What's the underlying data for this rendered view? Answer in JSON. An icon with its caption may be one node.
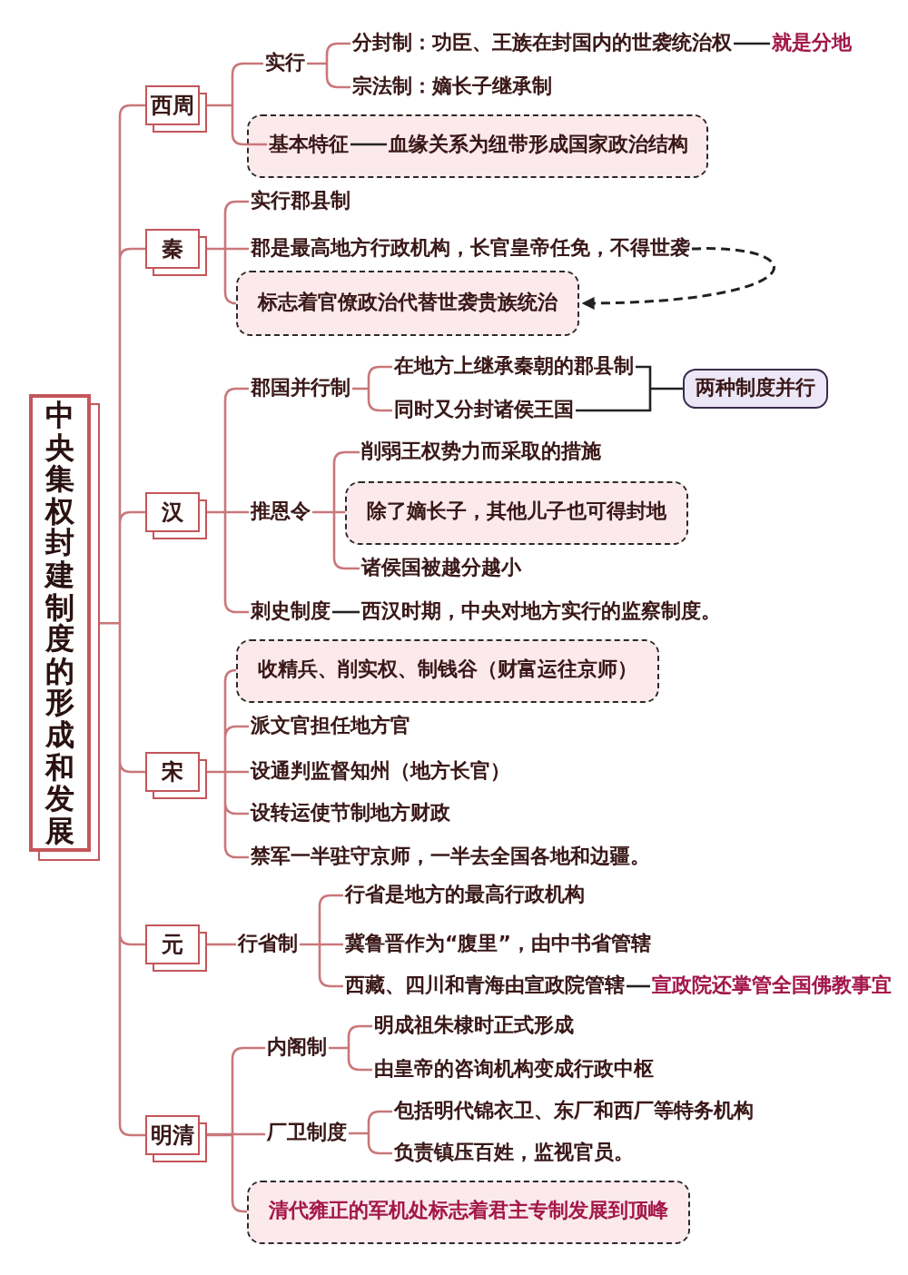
{
  "diagram": {
    "nodes": [
      {
        "text": [
          "中央集权封建制度的形成和发展"
        ]
      },
      {
        "text": [
          "西周"
        ]
      },
      {
        "text": [
          "实行"
        ]
      },
      {
        "text": [
          "分封制：功臣、王族在封国内的世袭统治权"
        ]
      },
      {
        "text": [
          "就是分地"
        ]
      },
      {
        "text": [
          "宗法制：嫡长子继承制"
        ]
      },
      {
        "text": [],
        "shape": "box"
      },
      {
        "text": [
          "基本特征"
        ],
        "in": 6
      },
      {
        "text": [
          "血缘关系为纽带形成国家政治结构"
        ],
        "in": 6
      },
      {
        "text": [
          "秦"
        ]
      },
      {
        "text": [
          "实行郡县制"
        ]
      },
      {
        "text": [
          "郡是最高地方行政机构，长官皇帝任免，不得世袭"
        ]
      },
      {
        "text": [
          "标志着官僚政治代替世袭贵族统治"
        ]
      },
      {
        "text": [
          "汉"
        ]
      },
      {
        "text": [
          "郡国并行制"
        ]
      },
      {
        "text": [
          "在地方上继承秦朝的郡县制"
        ]
      },
      {
        "text": [
          "同时又分封诸侯王国"
        ]
      },
      {
        "text": [
          "两种制度并行"
        ]
      },
      {
        "text": [
          "推恩令"
        ]
      },
      {
        "text": [
          "削弱王权势力而采取的措施"
        ]
      },
      {
        "text": [
          "除了嫡长子，其他儿子也可得封地"
        ]
      },
      {
        "text": [
          "诸侯国被越分越小"
        ]
      },
      {
        "text": [
          "刺史制度"
        ]
      },
      {
        "text": [
          "西汉时期，中央对地方实行的监察制度。"
        ]
      },
      {
        "text": [
          "宋"
        ]
      },
      {
        "text": [
          "收精兵、削实权、制钱谷（财富运往京师）"
        ]
      },
      {
        "text": [
          "派文官担任地方官"
        ]
      },
      {
        "text": [
          "设通判监督知州（地方长官）"
        ]
      },
      {
        "text": [
          "设转运使节制地方财政"
        ]
      },
      {
        "text": [
          "禁军一半驻守京师，一半去全国各地和边疆。"
        ]
      },
      {
        "text": [
          "元"
        ]
      },
      {
        "text": [
          "行省制"
        ]
      },
      {
        "text": [
          "行省是地方的最高行政机构"
        ]
      },
      {
        "text": [
          "冀鲁晋作为“腹里”，由中书省管辖"
        ]
      },
      {
        "text": [
          "西藏、四川和青海由宣政院管辖"
        ]
      },
      {
        "text": [
          "宣政院还掌管全国佛教事宜"
        ]
      },
      {
        "text": [
          "明清"
        ]
      },
      {
        "text": [
          "内阁制"
        ]
      },
      {
        "text": [
          "明成祖朱棣时正式形成"
        ]
      },
      {
        "text": [
          "由皇帝的咨询机构变成行政中枢"
        ]
      },
      {
        "text": [
          "厂卫制度"
        ]
      },
      {
        "text": [
          "包括明代锦衣卫、东厂和西厂等特务机构"
        ]
      },
      {
        "text": [
          "负责镇压百姓，监视官员。"
        ]
      },
      {
        "text": [
          "清代雍正的军机处标志着君主专制发展到顶峰"
        ]
      }
    ],
    "edges": [
      {
        "from": 0,
        "to": 1,
        "arrow": "none"
      },
      {
        "from": 0,
        "to": 9,
        "arrow": "none"
      },
      {
        "from": 0,
        "to": 13,
        "arrow": "none"
      },
      {
        "from": 0,
        "to": 24,
        "arrow": "none"
      },
      {
        "from": 0,
        "to": 30,
        "arrow": "none"
      },
      {
        "from": 0,
        "to": 36,
        "arrow": "none"
      },
      {
        "from": 1,
        "to": 2,
        "arrow": "none"
      },
      {
        "from": 2,
        "to": 3,
        "arrow": "none"
      },
      {
        "from": 2,
        "to": 5,
        "arrow": "none"
      },
      {
        "from": 3,
        "to": 4,
        "arrow": "none",
        "color": "#222222"
      },
      {
        "from": 1,
        "to": 7,
        "arrow": "none"
      },
      {
        "from": 7,
        "to": 8,
        "arrow": "none",
        "color": "#222222"
      },
      {
        "from": 9,
        "to": 10,
        "arrow": "none"
      },
      {
        "from": 9,
        "to": 11,
        "arrow": "none"
      },
      {
        "from": 9,
        "to": 12,
        "arrow": "none"
      },
      {
        "from": 11,
        "to": 12,
        "arrow": "to",
        "style": "dashed",
        "color": "#222222"
      },
      {
        "from": 13,
        "to": 14,
        "arrow": "none"
      },
      {
        "from": 14,
        "to": 15,
        "arrow": "none"
      },
      {
        "from": 14,
        "to": 16,
        "arrow": "none"
      },
      {
        "from": 15,
        "to": 17,
        "arrow": "none",
        "color": "#222222"
      },
      {
        "from": 16,
        "to": 17,
        "arrow": "none",
        "color": "#222222"
      },
      {
        "from": 13,
        "to": 18,
        "arrow": "none"
      },
      {
        "from": 18,
        "to": 19,
        "arrow": "none"
      },
      {
        "from": 18,
        "to": 20,
        "arrow": "none"
      },
      {
        "from": 18,
        "to": 21,
        "arrow": "none"
      },
      {
        "from": 13,
        "to": 22,
        "arrow": "none"
      },
      {
        "from": 22,
        "to": 23,
        "arrow": "none",
        "color": "#222222"
      },
      {
        "from": 24,
        "to": 25,
        "arrow": "none"
      },
      {
        "from": 24,
        "to": 26,
        "arrow": "none"
      },
      {
        "from": 24,
        "to": 27,
        "arrow": "none"
      },
      {
        "from": 24,
        "to": 28,
        "arrow": "none"
      },
      {
        "from": 24,
        "to": 29,
        "arrow": "none"
      },
      {
        "from": 30,
        "to": 31,
        "arrow": "none"
      },
      {
        "from": 31,
        "to": 32,
        "arrow": "none"
      },
      {
        "from": 31,
        "to": 33,
        "arrow": "none"
      },
      {
        "from": 31,
        "to": 34,
        "arrow": "none"
      },
      {
        "from": 34,
        "to": 35,
        "arrow": "none",
        "color": "#222222"
      },
      {
        "from": 36,
        "to": 37,
        "arrow": "none"
      },
      {
        "from": 37,
        "to": 38,
        "arrow": "none"
      },
      {
        "from": 37,
        "to": 39,
        "arrow": "none"
      },
      {
        "from": 36,
        "to": 40,
        "arrow": "none"
      },
      {
        "from": 40,
        "to": 41,
        "arrow": "none"
      },
      {
        "from": 40,
        "to": 42,
        "arrow": "none"
      },
      {
        "from": 36,
        "to": 43,
        "arrow": "none"
      }
    ]
  }
}
